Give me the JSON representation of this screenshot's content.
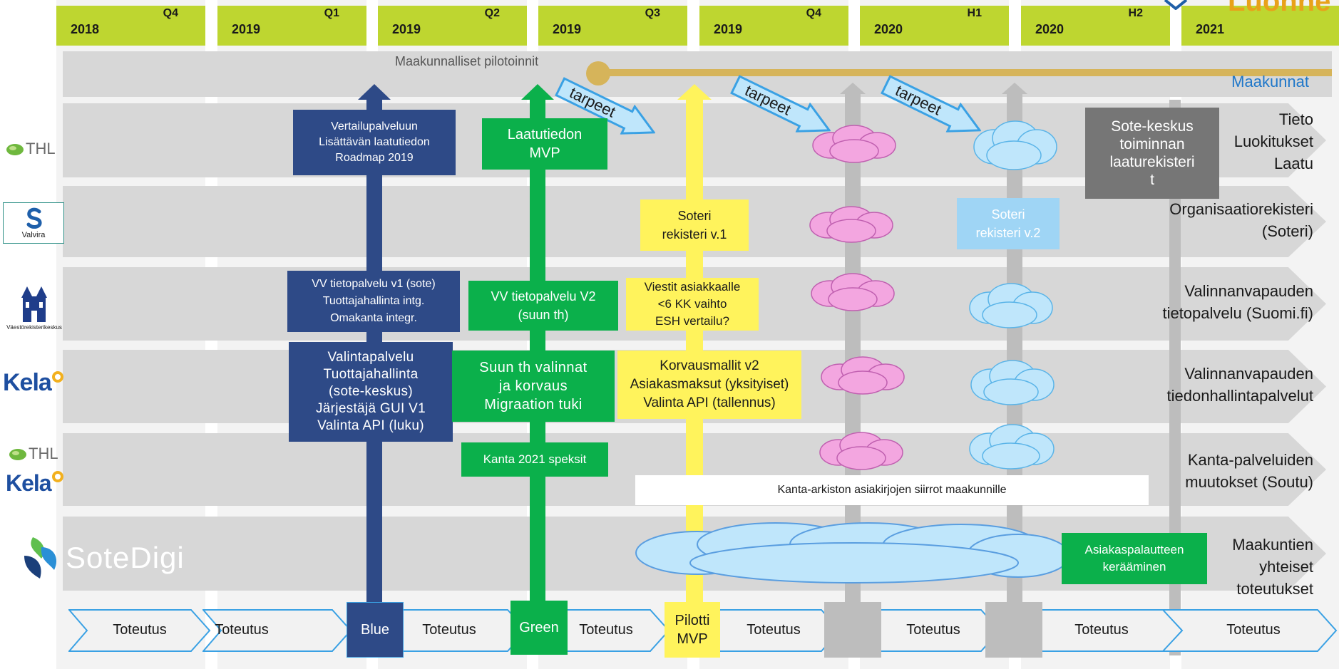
{
  "columns": [
    {
      "year": "2018",
      "quarter": "Q4"
    },
    {
      "year": "2019",
      "quarter": "Q1"
    },
    {
      "year": "2019",
      "quarter": "Q2"
    },
    {
      "year": "2019",
      "quarter": "Q3"
    },
    {
      "year": "2019",
      "quarter": "Q4"
    },
    {
      "year": "2020",
      "quarter": "H1"
    },
    {
      "year": "2020",
      "quarter": "H2"
    },
    {
      "year": "2021",
      "quarter": ""
    }
  ],
  "top_right_cutoff_text": "Luohhe",
  "pilot_band": {
    "label": "Maakunnalliset pilotoinnit",
    "right_label": "Maakunnat"
  },
  "tarpeet_label": "tarpeet",
  "rows": [
    {
      "label_lines": [
        "Tieto",
        "Luokitukset",
        "Laatu"
      ],
      "logo": "THL"
    },
    {
      "label_lines": [
        "Organisaatiorekisteri",
        "(Soteri)"
      ],
      "logo": "Valvira"
    },
    {
      "label_lines": [
        "Valinnanvapauden",
        "tietopalvelu (Suomi.fi)"
      ],
      "logo": "Väestörekisterikeskus"
    },
    {
      "label_lines": [
        "Valinnanvapauden",
        "tiedonhallintapalvelut"
      ],
      "logo": "Kela"
    },
    {
      "label_lines": [
        "Kanta-palveluiden",
        "muutokset (Soutu)"
      ],
      "logo": "THL Kela"
    },
    {
      "label_lines": [
        "Maakuntien",
        "yhteiset",
        "toteutukset"
      ],
      "logo": "SoteDigi"
    }
  ],
  "logos": {
    "thl": "THL",
    "valvira": "Valvira",
    "vrk": "Väestörekisterikeskus",
    "kela": "Kela",
    "sotedigi": "SoteDigi"
  },
  "boxes": {
    "blue1": [
      "Vertailupalveluun",
      "Lisättävän laatutiedon",
      "Roadmap 2019"
    ],
    "blue2": [
      "VV tietopalvelu v1 (sote)",
      "Tuottajahallinta intg.",
      "Omakanta integr."
    ],
    "blue3": [
      "Valintapalvelu",
      "Tuottajahallinta",
      "(sote-keskus)",
      "Järjestäjä GUI V1",
      "Valinta API (luku)"
    ],
    "green1": [
      "Laatutiedon",
      "MVP"
    ],
    "green2": [
      "VV tietopalvelu V2",
      "(suun th)"
    ],
    "green3": [
      "Suun th valinnat",
      "ja korvaus",
      "Migraation tuki"
    ],
    "green4": [
      "Kanta 2021 speksit"
    ],
    "yellow1": [
      "Soteri",
      "rekisteri v.1"
    ],
    "yellow2": [
      "Viestit asiakkaalle",
      "<6 KK vaihto",
      "ESH vertailu?"
    ],
    "yellow3": [
      "Korvausmallit v2",
      "Asiakasmaksut (yksityiset)",
      "Valinta API (tallennus)"
    ],
    "lblue1": [
      "Soteri",
      "rekisteri v.2"
    ],
    "grey1": [
      "Sote-keskus",
      "toiminnan",
      "laaturekisteri",
      "t"
    ],
    "green_bottom": [
      "Asiakaspalautteen",
      "kerääminen"
    ],
    "white_bar": "Kanta-arkiston asiakirjojen siirrot maakunnille"
  },
  "bottom": {
    "blue_label": "Blue",
    "green_label": "Green",
    "pilot_lines": [
      "Pilotti",
      "MVP"
    ],
    "chevrons": [
      "Toteutus",
      "Toteutus",
      "Toteutus",
      "Toteutus",
      "Toteutus",
      "Toteutus",
      "Toteutus",
      "Toteutus"
    ]
  },
  "colors": {
    "header_green": "#bed630",
    "band_grey": "#d7d7d7",
    "blue": "#2e4a87",
    "green": "#0bb04b",
    "yellow": "#fff35c",
    "light_blue": "#9fd5f5",
    "pink_cloud": "#f3a6e0",
    "blue_cloud": "#bfe6fb",
    "pilot_line": "#d6b45a",
    "maakunnat_text": "#1f77c9"
  }
}
